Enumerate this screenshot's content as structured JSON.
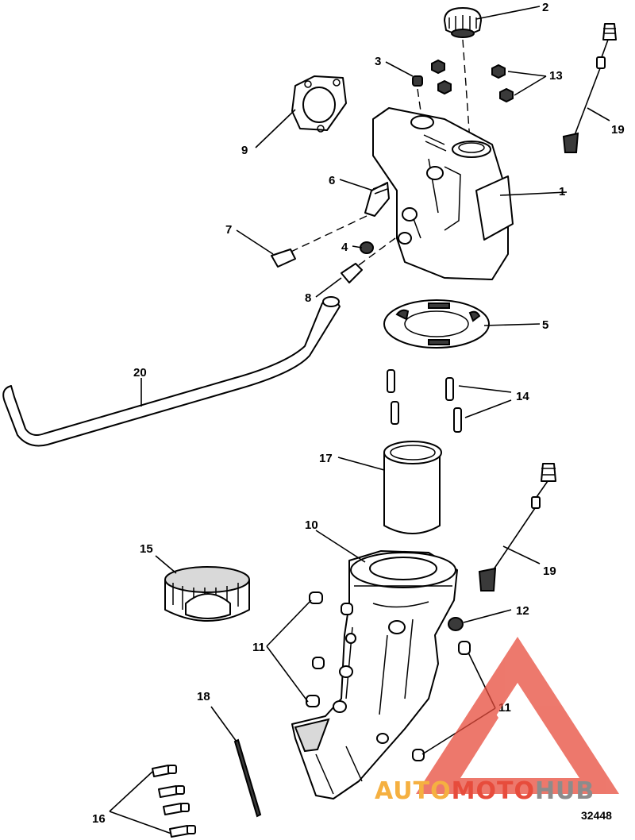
{
  "diagram": {
    "callouts": [
      {
        "id": "c1",
        "label": "1"
      },
      {
        "id": "c2",
        "label": "2"
      },
      {
        "id": "c3",
        "label": "3"
      },
      {
        "id": "c4",
        "label": "4"
      },
      {
        "id": "c5",
        "label": "5"
      },
      {
        "id": "c6",
        "label": "6"
      },
      {
        "id": "c7",
        "label": "7"
      },
      {
        "id": "c8",
        "label": "8"
      },
      {
        "id": "c9",
        "label": "9"
      },
      {
        "id": "c10",
        "label": "10"
      },
      {
        "id": "c11a",
        "label": "11"
      },
      {
        "id": "c11b",
        "label": "11"
      },
      {
        "id": "c12",
        "label": "12"
      },
      {
        "id": "c13",
        "label": "13"
      },
      {
        "id": "c14",
        "label": "14"
      },
      {
        "id": "c15",
        "label": "15"
      },
      {
        "id": "c16",
        "label": "16"
      },
      {
        "id": "c17",
        "label": "17"
      },
      {
        "id": "c18",
        "label": "18"
      },
      {
        "id": "c19a",
        "label": "19"
      },
      {
        "id": "c19b",
        "label": "19"
      },
      {
        "id": "c20",
        "label": "20"
      }
    ],
    "figure_number": "32448"
  },
  "watermark": {
    "part1": "AUTO",
    "part2": "MOTO",
    "part3": "HUB",
    "colors": {
      "orange": "#f5b041",
      "red": "#e74c3c",
      "grey": "#8c8c8c"
    }
  }
}
